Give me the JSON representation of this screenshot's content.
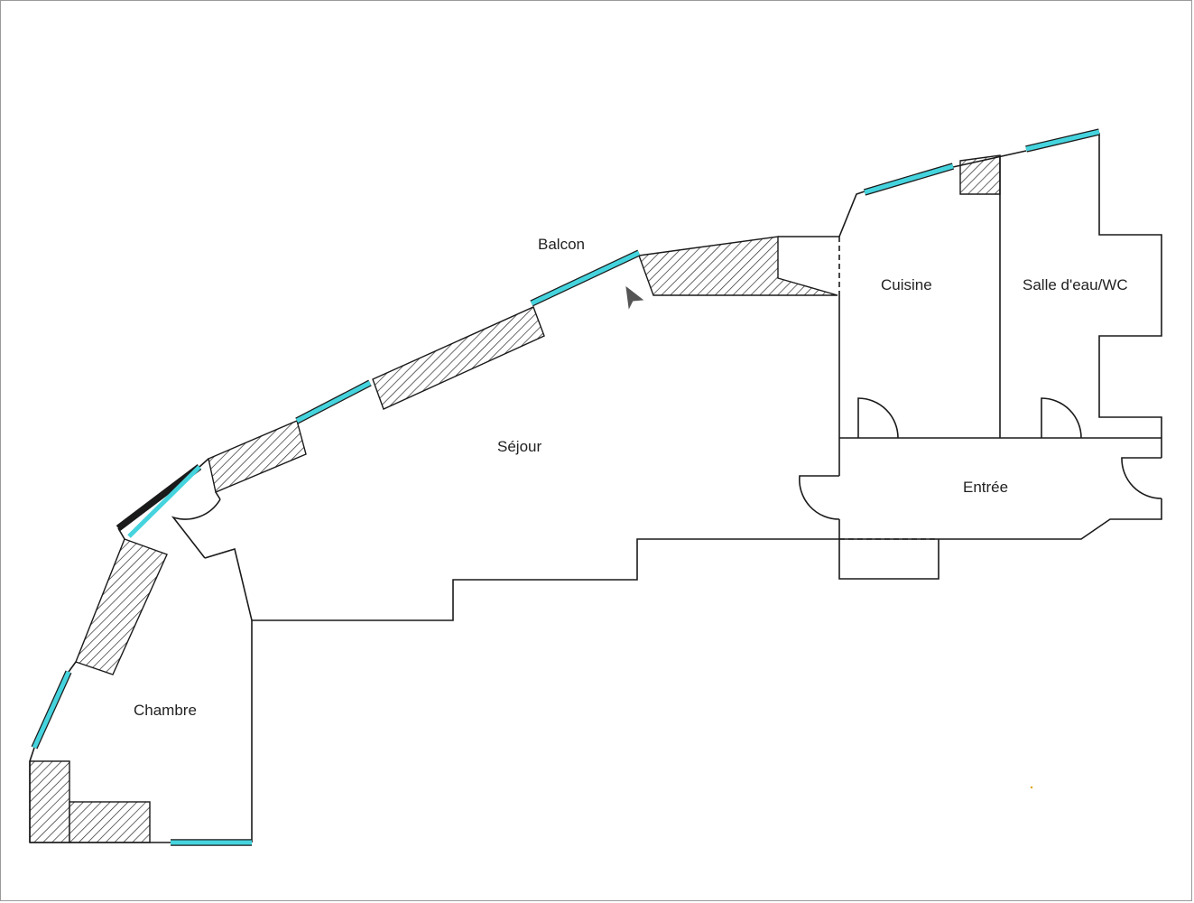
{
  "rooms": {
    "balcon": "Balcon",
    "cuisine": "Cuisine",
    "salle_eau": "Salle d'eau/WC",
    "sejour": "Séjour",
    "entree": "Entrée",
    "chambre": "Chambre"
  },
  "colors": {
    "window": "#45d4de",
    "wall": "#1a1a1a",
    "background": "#ffffff",
    "frame": "#9a9a9a"
  },
  "icons": {
    "cursor": "mouse-pointer-icon"
  }
}
